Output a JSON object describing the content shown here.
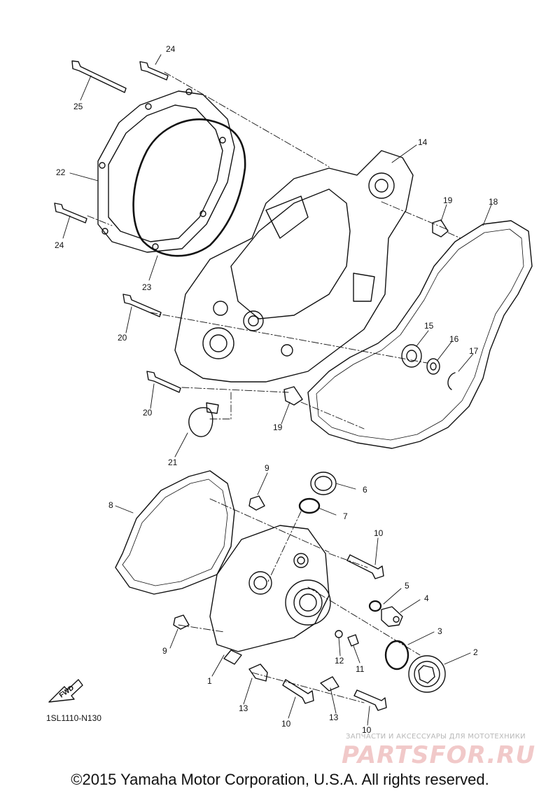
{
  "diagram": {
    "code": "1SL1110-N130",
    "fwd_label": "FWD",
    "copyright": "©2015 Yamaha Motor Corporation, U.S.A. All rights reserved.",
    "watermark_top": "ЗАПЧАСТИ И АКСЕССУАРЫ ДЛЯ МОТОТЕХНИКИ",
    "watermark_logo": "PARTSFOR.RU",
    "callouts": [
      "24",
      "25",
      "22",
      "24",
      "23",
      "14",
      "19",
      "18",
      "20",
      "15",
      "16",
      "17",
      "20",
      "19",
      "21",
      "9",
      "6",
      "8",
      "7",
      "10",
      "5",
      "4",
      "9",
      "3",
      "2",
      "12",
      "11",
      "1",
      "13",
      "10",
      "13",
      "10"
    ]
  }
}
